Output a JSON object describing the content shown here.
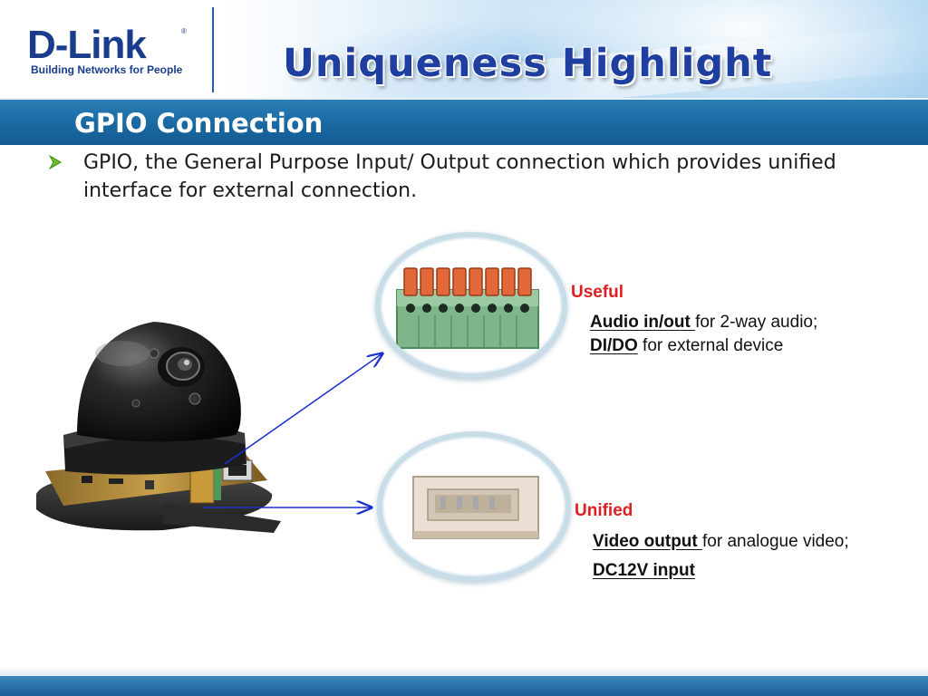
{
  "header": {
    "logo_word": "D-Link",
    "logo_tagline": "Building Networks for People",
    "title": "Uniqueness Highlight"
  },
  "section": {
    "title": "GPIO Connection"
  },
  "bullet": {
    "text": "GPIO, the General Purpose Input/ Output connection which provides unified interface for external connection."
  },
  "top_connector": {
    "heading": "Useful",
    "line1_key": "Audio in/out ",
    "line1_rest": "for 2-way audio;",
    "line2_key": "DI/DO",
    "line2_rest": " for external device"
  },
  "bottom_connector": {
    "heading": "Unified",
    "line1_key": "Video output ",
    "line1_rest": "for analogue video;",
    "line2_key": "DC12V input"
  },
  "colors": {
    "brand_blue": "#1a3c8c",
    "section_bar": "#1b6aa3",
    "accent_red": "#e02020",
    "bullet_green": "#6bbf2a",
    "arrow_blue": "#1a2fd0"
  }
}
